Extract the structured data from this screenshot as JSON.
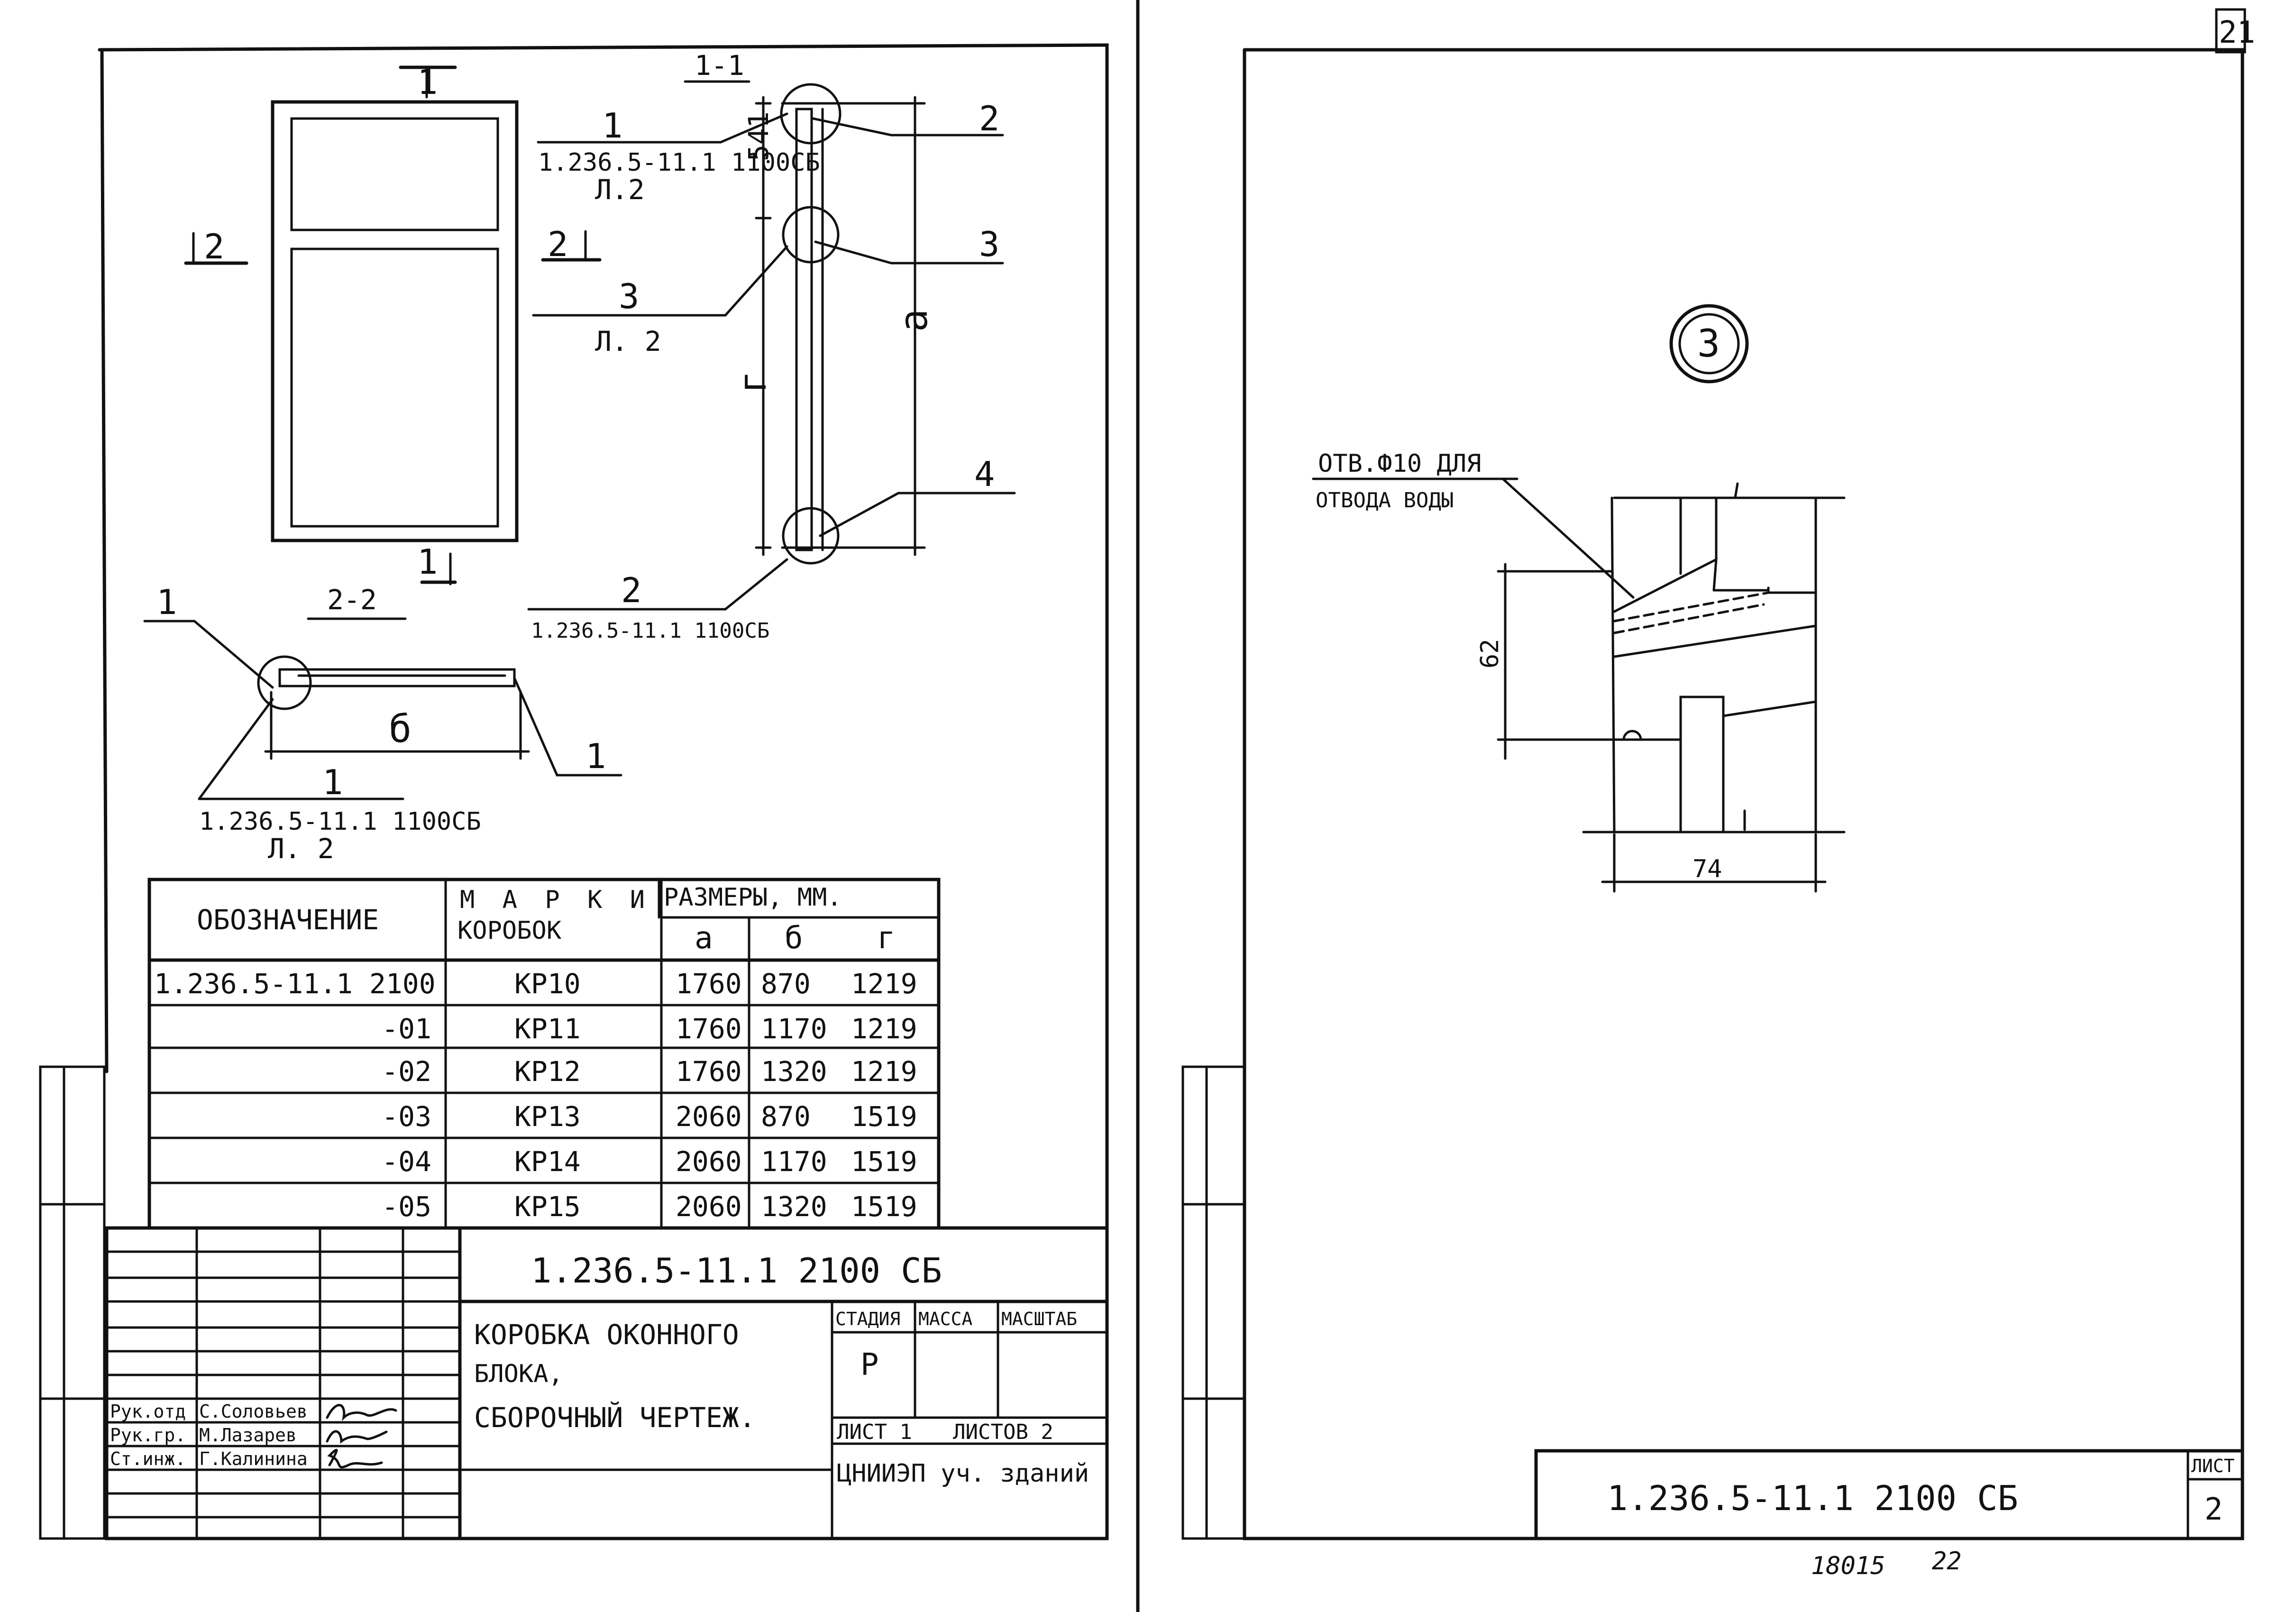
{
  "sheet_left": {
    "views": {
      "view_1_1_mark": "1",
      "view_1_1_mark_bottom": "1",
      "view_2_mark": "2",
      "view_2_mark_right": "2",
      "section_1_1_title": "1-1",
      "section_2_2_title": "2-2"
    },
    "callouts": [
      {
        "num": "1",
        "ref": "1.236.5-11.1 1100СБ",
        "sheet": "Л.2"
      },
      {
        "num": "3",
        "sheet": "Л. 2"
      },
      {
        "num": "2",
        "ref": "1.236.5-11.1 1100СБ"
      },
      {
        "num": "1",
        "ref": "1.236.5-11.1 1100СБ",
        "sheet": "Л. 2"
      }
    ],
    "leaders": [
      "2",
      "3",
      "4",
      "1",
      "1"
    ],
    "dimensions": {
      "d541": "541",
      "a": "а",
      "g": "г",
      "b": "б"
    },
    "table": {
      "headers": {
        "designation": "ОБОЗНАЧЕНИЕ",
        "marks": "МАРКИ КОРОБОК",
        "sizes": "РАЗМЕРЫ, ММ.",
        "a": "а",
        "b": "б",
        "g": "г"
      },
      "rows": [
        {
          "designation": "1.236.5-11.1 2100",
          "mark": "КР10",
          "a": "1760",
          "b": "870",
          "g": "1219"
        },
        {
          "designation": "-01",
          "mark": "КР11",
          "a": "1760",
          "b": "1170",
          "g": "1219"
        },
        {
          "designation": "-02",
          "mark": "КР12",
          "a": "1760",
          "b": "1320",
          "g": "1219"
        },
        {
          "designation": "-03",
          "mark": "КР13",
          "a": "2060",
          "b": "870",
          "g": "1519"
        },
        {
          "designation": "-04",
          "mark": "КР14",
          "a": "2060",
          "b": "1170",
          "g": "1519"
        },
        {
          "designation": "-05",
          "mark": "КР15",
          "a": "2060",
          "b": "1320",
          "g": "1519"
        }
      ]
    },
    "title_block": {
      "code": "1.236.5-11.1 2100 СБ",
      "title_line1": "КОРОБКА ОКОННОГО",
      "title_line2": "БЛОКА,",
      "title_line3": "СБОРОЧНЫЙ ЧЕРТЕЖ.",
      "stage_label": "СТАДИЯ",
      "mass_label": "МАССА",
      "scale_label": "МАСШТАБ",
      "stage_value": "Р",
      "sheet_label": "ЛИСТ 1",
      "sheets_label": "ЛИСТОВ 2",
      "org": "ЦНИИЭП уч. зданий",
      "staff": [
        {
          "role": "Рук.отд",
          "name": "С.Соловьев"
        },
        {
          "role": "Рук.гр.",
          "name": "М.Лазарев"
        },
        {
          "role": "Ст.инж.",
          "name": "Г.Калинина"
        }
      ]
    }
  },
  "sheet_right": {
    "corner_number": "21",
    "detail_number": "3",
    "note_line1": "ОТВ.Ф10 ДЛЯ",
    "note_line2": "ОТВОДА ВОДЫ",
    "dim_62": "62",
    "dim_74": "74",
    "code": "1.236.5-11.1 2100 СБ",
    "sheet_label": "ЛИСТ",
    "sheet_value": "2",
    "archive": "18015",
    "page": "22"
  },
  "colors": {
    "ink": "#111111",
    "paper": "#ffffff"
  }
}
